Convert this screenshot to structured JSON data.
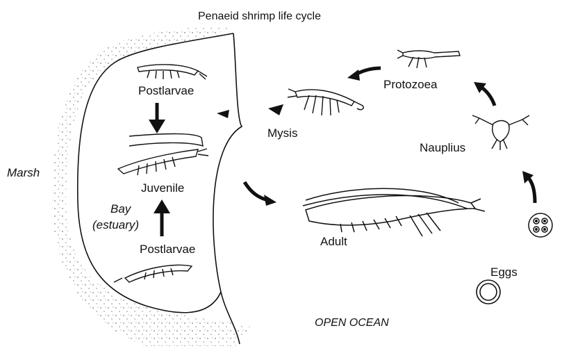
{
  "title": "Penaeid shrimp life cycle",
  "labels": {
    "postlarvae_top": "Postlarvae",
    "juvenile": "Juvenile",
    "bay_line1": "Bay",
    "bay_line2": "(estuary)",
    "postlarvae_bottom": "Postlarvae",
    "marsh": "Marsh",
    "mysis": "Mysis",
    "protozoea": "Protozoea",
    "nauplius": "Nauplius",
    "adult": "Adult",
    "eggs": "Eggs",
    "open_ocean": "OPEN OCEAN"
  }
}
